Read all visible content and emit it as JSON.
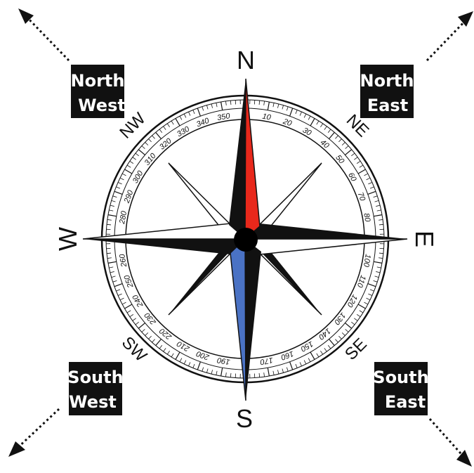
{
  "cardinals": {
    "n": "N",
    "e": "E",
    "s": "S",
    "w": "W"
  },
  "intercardinals": {
    "ne": "NE",
    "se": "SE",
    "sw": "SW",
    "nw": "NW"
  },
  "corner_labels": {
    "north_west": [
      "North",
      "West"
    ],
    "north_east": [
      "North",
      "East"
    ],
    "south_west": [
      "South",
      "West"
    ],
    "south_east": [
      "South",
      "East"
    ]
  },
  "degree_labels": [
    "10",
    "20",
    "30",
    "40",
    "50",
    "60",
    "70",
    "80",
    "100",
    "110",
    "120",
    "130",
    "140",
    "150",
    "160",
    "170",
    "190",
    "200",
    "210",
    "220",
    "230",
    "240",
    "250",
    "260",
    "280",
    "290",
    "300",
    "310",
    "320",
    "330",
    "340",
    "350"
  ],
  "colors": {
    "north_needle": "#e8281b",
    "south_needle": "#4a72c4",
    "star": "#111111",
    "label_bg": "#111111",
    "label_text": "#ffffff"
  }
}
